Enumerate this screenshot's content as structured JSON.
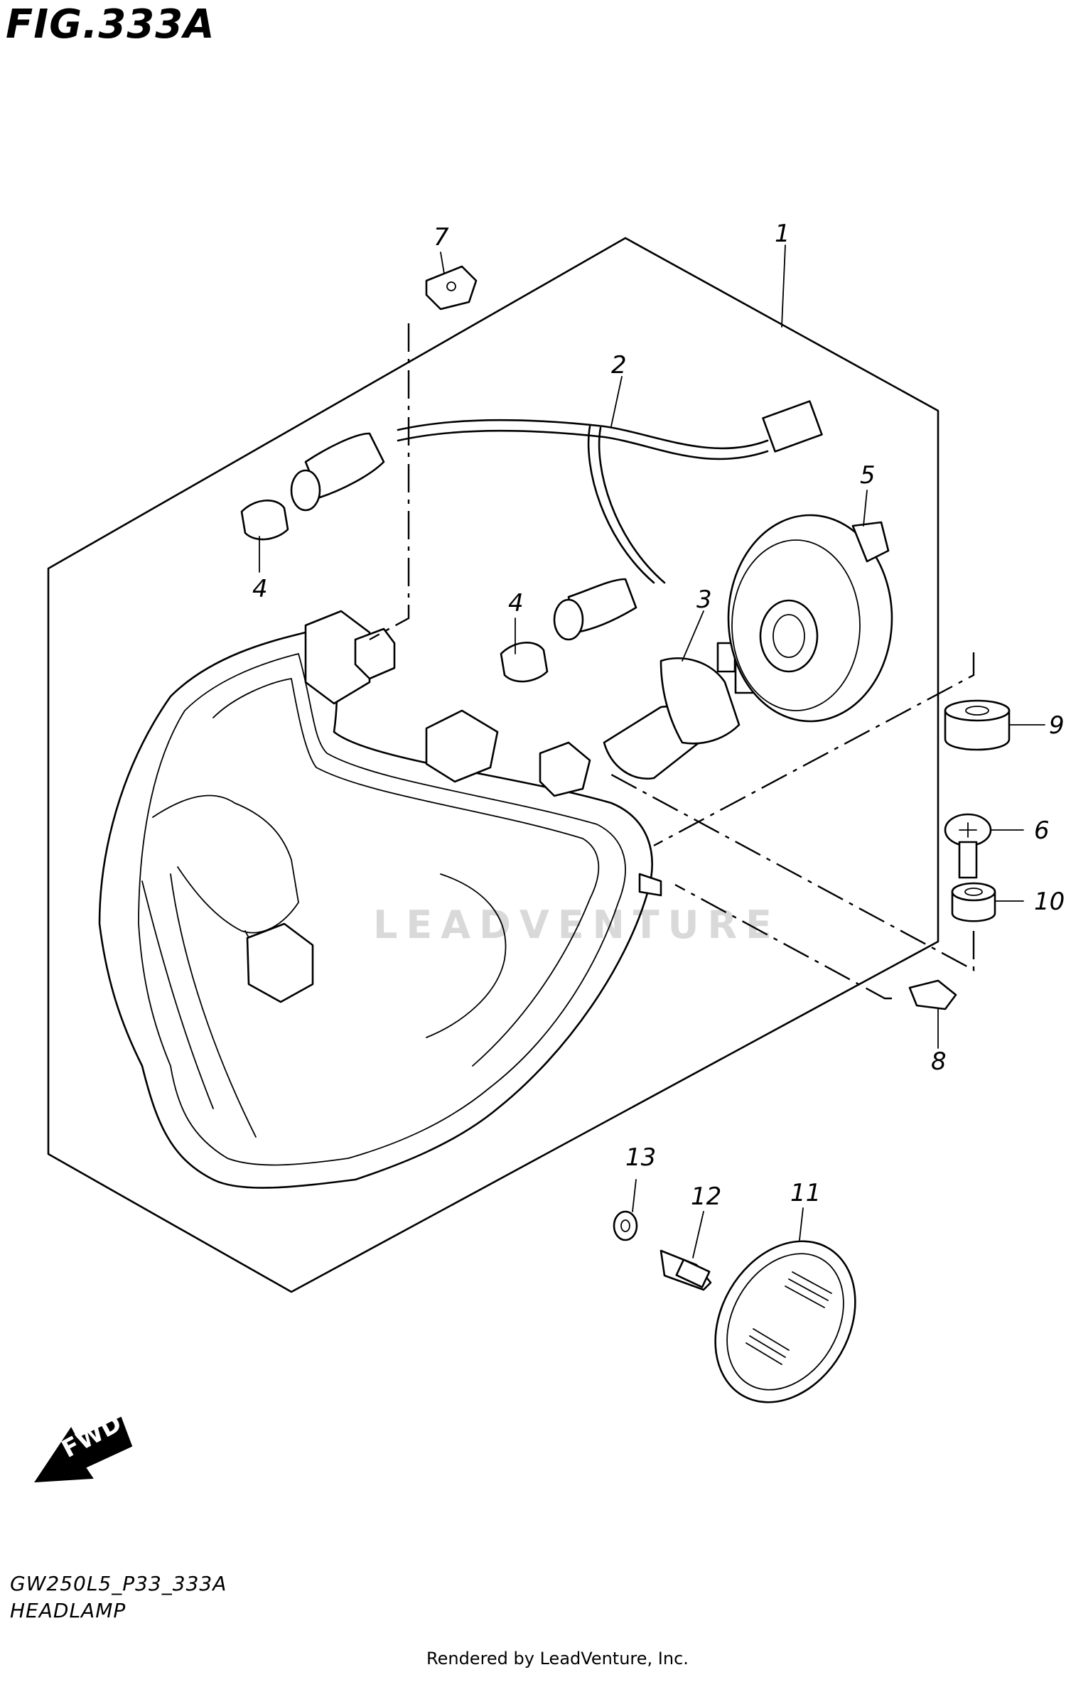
{
  "figure_title": "FIG.333A",
  "model_code": "GW250L5_P33_333A",
  "assembly_name": "HEADLAMP",
  "rendered_by": "Rendered by LeadVenture, Inc.",
  "watermark": "LEADVENTURE",
  "direction_label": "FWD",
  "callouts": [
    {
      "id": "c1",
      "label": "1"
    },
    {
      "id": "c2",
      "label": "2"
    },
    {
      "id": "c3",
      "label": "3"
    },
    {
      "id": "c4a",
      "label": "4"
    },
    {
      "id": "c4b",
      "label": "4"
    },
    {
      "id": "c5",
      "label": "5"
    },
    {
      "id": "c6",
      "label": "6"
    },
    {
      "id": "c7",
      "label": "7"
    },
    {
      "id": "c8",
      "label": "8"
    },
    {
      "id": "c9",
      "label": "9"
    },
    {
      "id": "c10",
      "label": "10"
    },
    {
      "id": "c11",
      "label": "11"
    },
    {
      "id": "c12",
      "label": "12"
    },
    {
      "id": "c13",
      "label": "13"
    }
  ]
}
